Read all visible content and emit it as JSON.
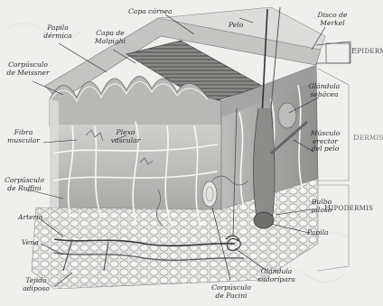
{
  "labels": {
    "capa_cornea": "Capa córnea",
    "pelo": "Pelo",
    "disco_merkel": [
      "Disco de",
      "Merkel"
    ],
    "papila_dermica": [
      "Papila",
      "dérmica"
    ],
    "capa_malpighi": [
      "Capa de",
      "Malpighi"
    ],
    "corpusculo_meissner": [
      "Corpúsculo",
      "de Meissner"
    ],
    "glandula_sebacea": [
      "Glándula",
      "sebácea"
    ],
    "fibra_muscular": [
      "Fibra",
      "muscular"
    ],
    "plexo_vascular": [
      "Plexo",
      "vascular"
    ],
    "musculo_erector": [
      "Músculo",
      "erector",
      "del pelo"
    ],
    "corpusculo_ruffini": [
      "Corpúsculo",
      "de Ruffini"
    ],
    "arteria": "Arteria",
    "vena": "Vena",
    "tejido_adiposo": [
      "Tejido",
      "adiposo"
    ],
    "bulbo_piloso": [
      "Bulbo",
      "piloso"
    ],
    "papila": "Papila",
    "glandula_sudoripara": [
      "Glándula",
      "sudorípara"
    ],
    "corpusculo_pacini": [
      "Corpúsculo",
      "de Pacini"
    ]
  },
  "layers": {
    "epidermis": [
      "E",
      "PIDERMIS"
    ],
    "dermis": [
      "D",
      "ERMIS"
    ],
    "hipodermis": [
      "H",
      "IPODERMIS"
    ]
  }
}
